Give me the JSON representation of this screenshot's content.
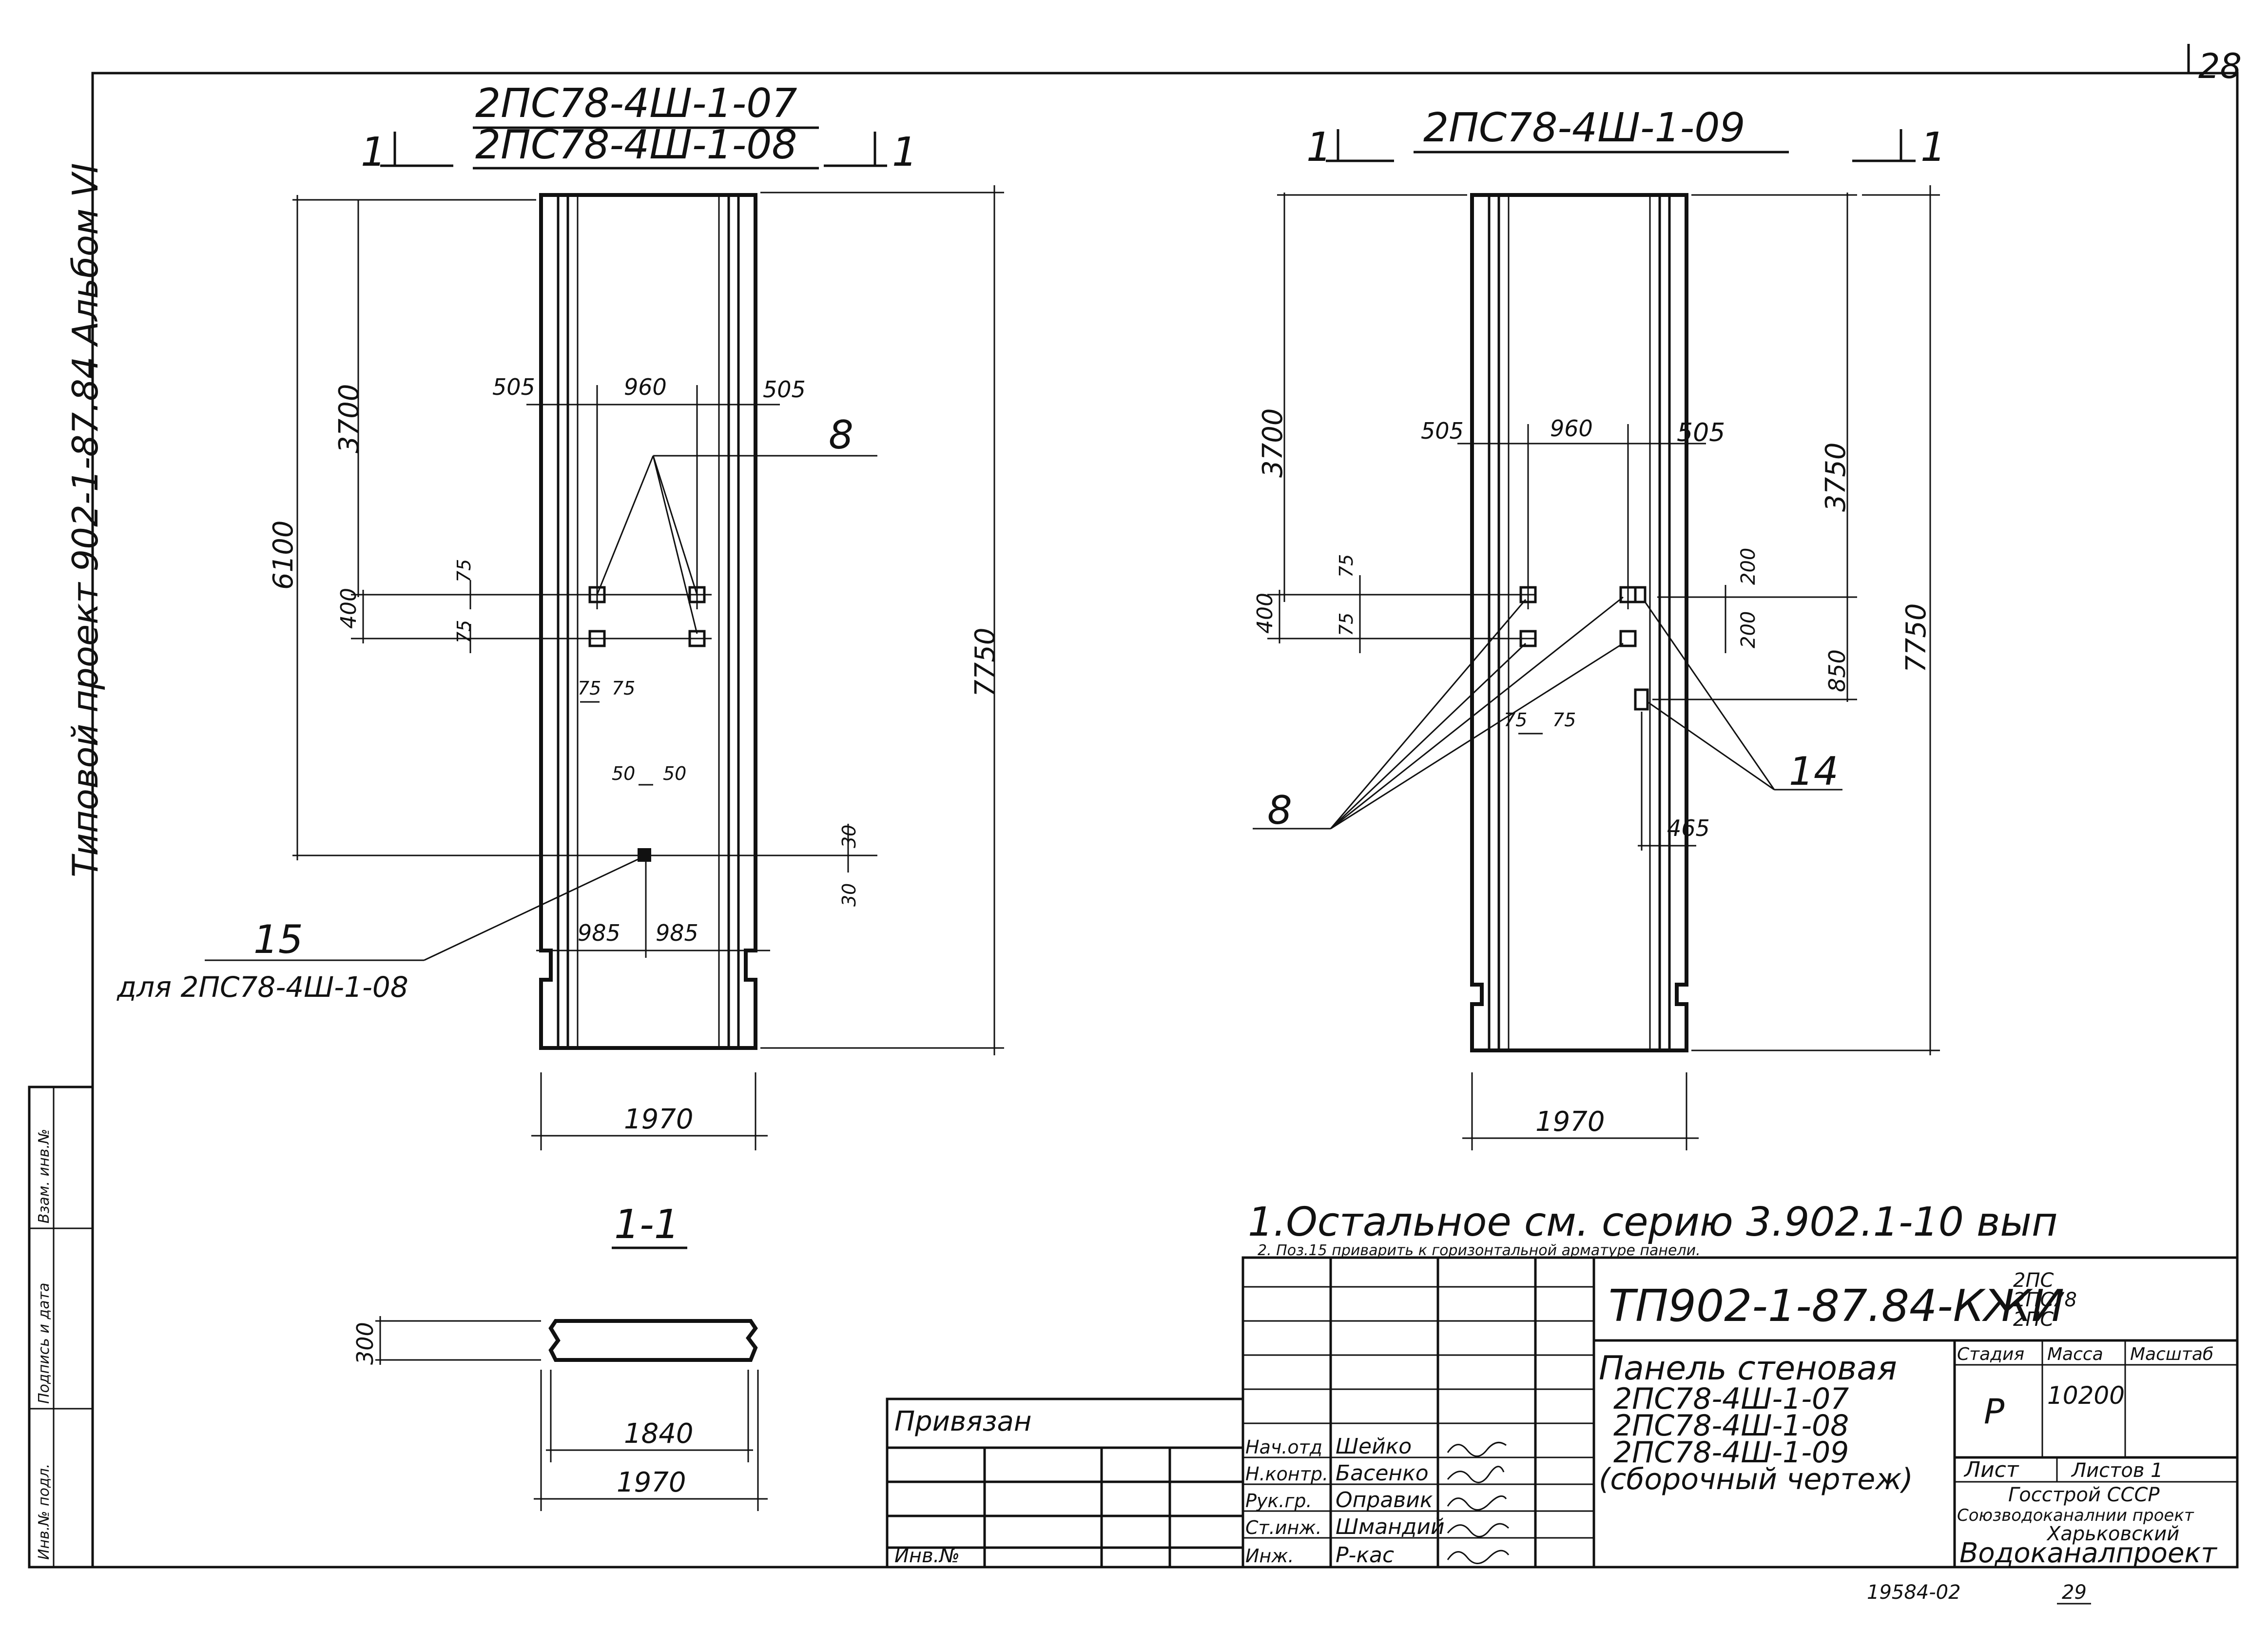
{
  "sheet": {
    "number": "28",
    "footer_code": "19584-02",
    "footer_page": "29",
    "side_title": "Типовой проект 902-1-87.84 Альбом VI",
    "side_stamp": [
      "Инв.№ подл.",
      "Подпись и дата",
      "Взам. инв.№"
    ]
  },
  "view_left": {
    "title_top": "2ПС78-4Ш-1-07",
    "title_bottom": "2ПС78-4Ш-1-08",
    "section_mark": "1",
    "dims": {
      "h_total": "7750",
      "h_6100": "6100",
      "h_3700": "3700",
      "h_400": "400",
      "d75a": "75",
      "d75b": "75",
      "d75c": "75",
      "d75d": "75",
      "d505l": "505",
      "d960": "960",
      "d505r": "505",
      "d50a": "50",
      "d50b": "50",
      "d30a": "30",
      "d30b": "30",
      "d985l": "985",
      "d985r": "985",
      "width": "1970"
    },
    "callout_8": "8",
    "callout_15": "15",
    "note_15": "для 2ПС78-4Ш-1-08"
  },
  "view_right": {
    "title": "2ПС78-4Ш-1-09",
    "section_mark": "1",
    "dims": {
      "h_3700": "3700",
      "h_400": "400",
      "d75a": "75",
      "d75b": "75",
      "d75c": "75",
      "d75d": "75",
      "d505l": "505",
      "d960": "960",
      "d505r": "505",
      "h_3750": "3750",
      "h_7750": "7750",
      "d200a": "200",
      "d200b": "200",
      "h_850": "850",
      "d465": "465",
      "width": "1970"
    },
    "callout_8": "8",
    "callout_14": "14"
  },
  "section": {
    "title": "1-1",
    "h300": "300",
    "w1840": "1840",
    "w1970": "1970"
  },
  "notes": {
    "line1": "1.Остальное см. серию 3.902.1-10 вып",
    "line2": "2. Поз.15 приварить к горизонтальной арматуре панели."
  },
  "title_block": {
    "code": "ТП902-1-87.84-КЖИ",
    "code_sup1": "2ПС",
    "code_sup2": "2ПС",
    "code_sup3": "2ПС",
    "code_sup4": "78",
    "name1": "Панель стеновая",
    "name2": "2ПС78-4Ш-1-07",
    "name3": "2ПС78-4Ш-1-08",
    "name4": "2ПС78-4Ш-1-09",
    "name5": "(сборочный чертеж)",
    "stage_h": "Стадия",
    "mass_h": "Масса",
    "scale_h": "Масштаб",
    "stage": "Р",
    "mass": "10200",
    "sheet_h": "Лист",
    "sheets_h": "Листов 1",
    "org1": "Госстрой СССР",
    "org2": "Союзводоканалнии проект",
    "org3": "Харьковский",
    "org4": "Водоканалпроект",
    "privyazan": "Привязан",
    "inv": "Инв.№",
    "roles": [
      "Нач.отд",
      "Н.контр.",
      "Рук.гр.",
      "Ст.инж.",
      "Инж."
    ],
    "people": [
      "Шейко",
      "Басенко",
      "Оправик",
      "Шмандий",
      "Р-кас"
    ]
  }
}
